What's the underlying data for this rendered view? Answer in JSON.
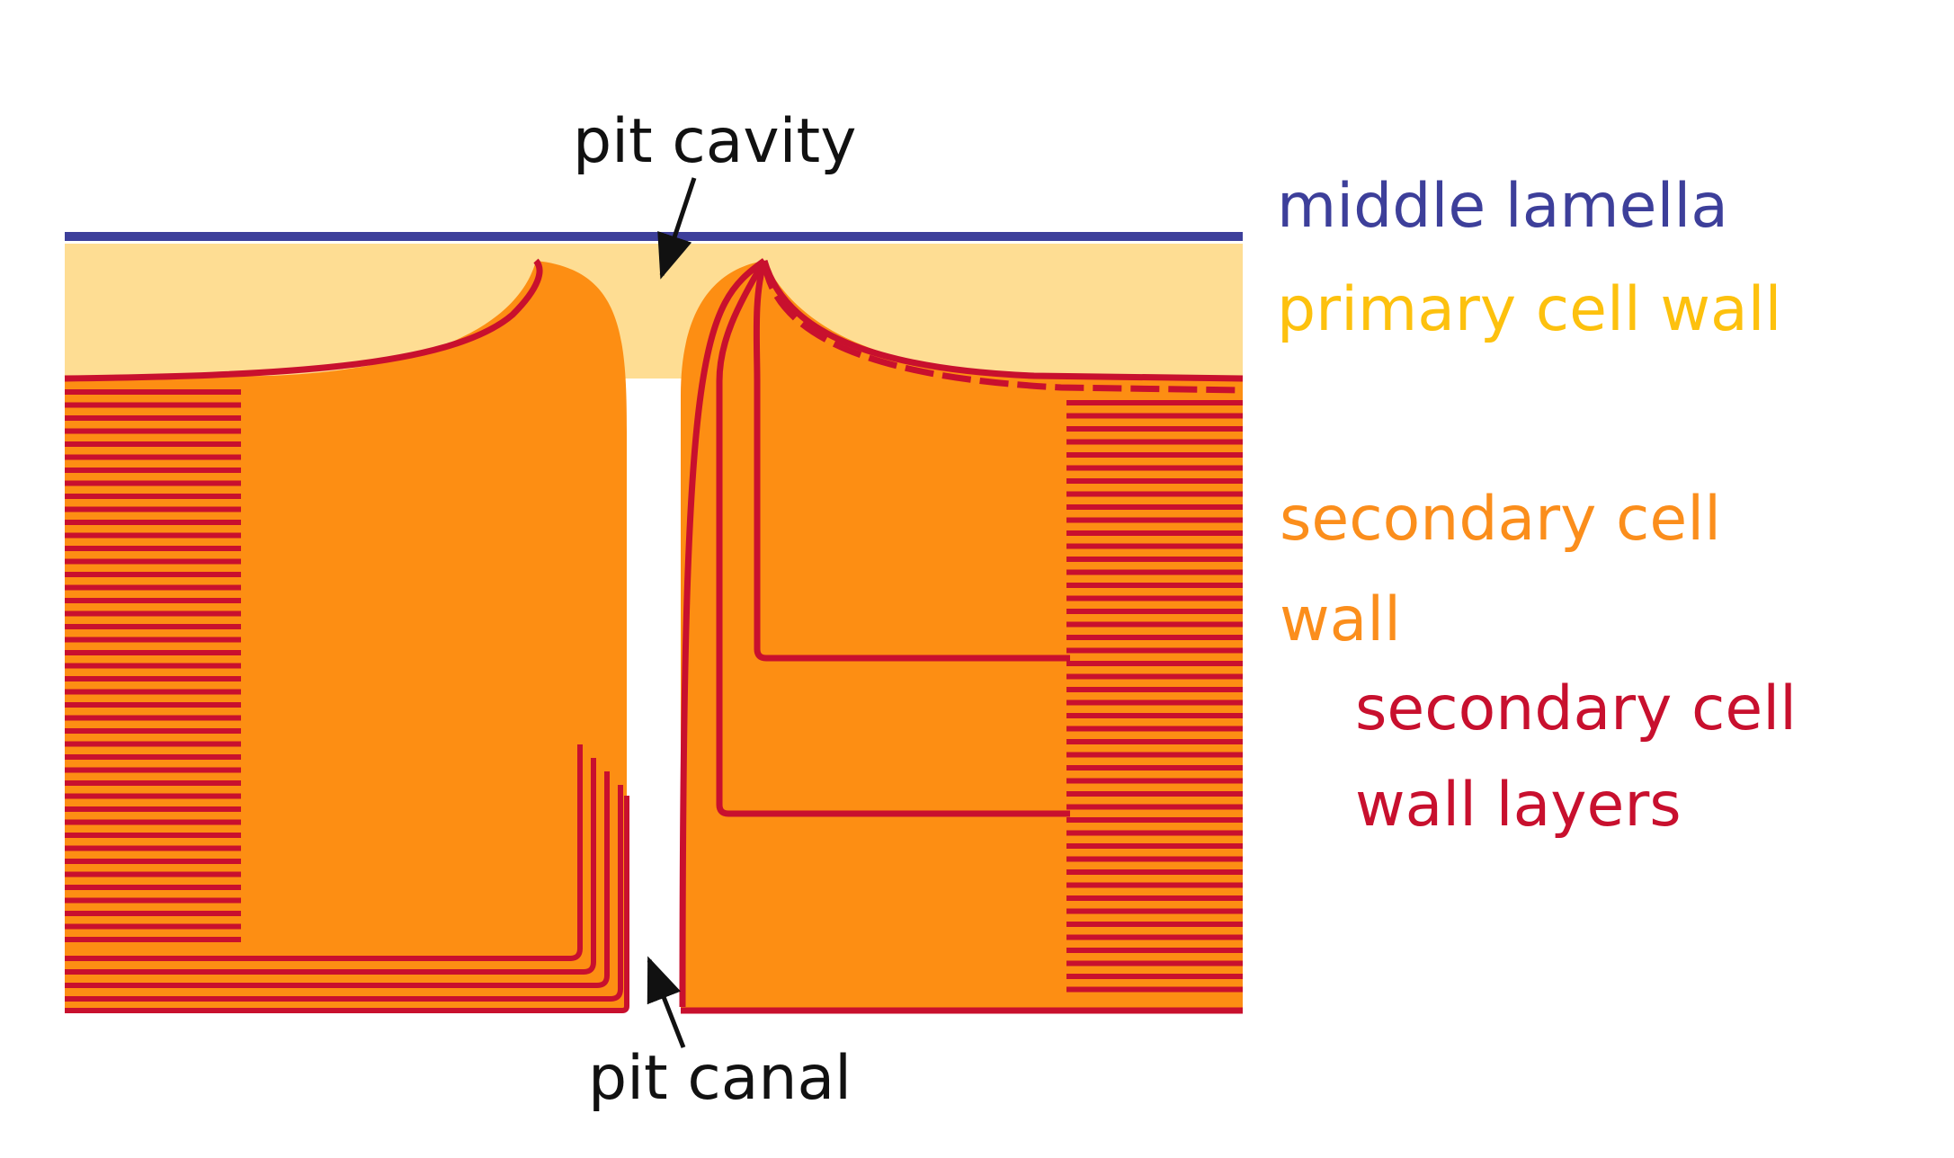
{
  "labels": {
    "pit_cavity": "pit cavity",
    "pit_canal": "pit canal",
    "middle_lamella": "middle lamella",
    "primary_cell_wall": "primary cell wall",
    "secondary_cell_wall_line1": "secondary cell",
    "secondary_cell_wall_line2": "wall",
    "secondary_cell_wall_layers_line1": "secondary cell",
    "secondary_cell_wall_layers_line2": "wall layers"
  },
  "colors": {
    "middle_lamella": "#3d3f9a",
    "primary_cell_wall": "#fedd93",
    "secondary_cell_wall": "#fd8e13",
    "secondary_cell_wall_layers": "#c8102e",
    "label_primary": "#fdc10e",
    "label_secondary": "#fb8e1c",
    "label_layers": "#c8102e",
    "label_pit": "#111111",
    "arrow": "#111111"
  }
}
